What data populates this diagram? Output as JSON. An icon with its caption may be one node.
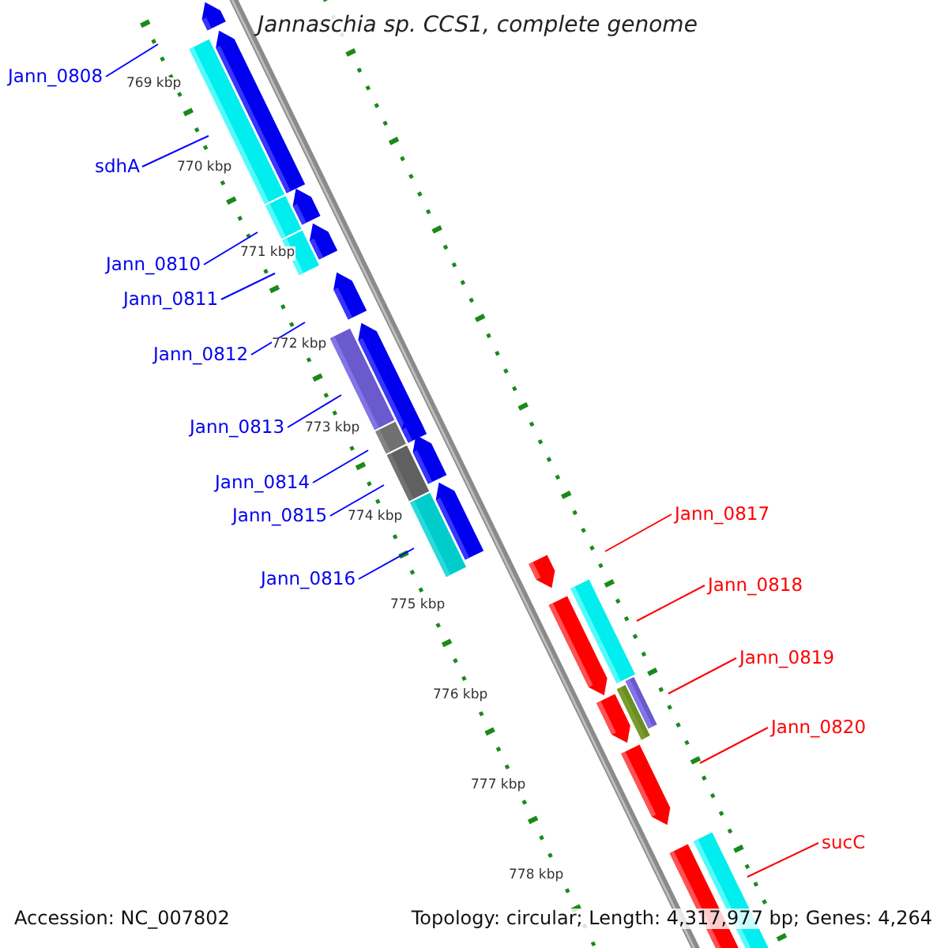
{
  "diagram": {
    "title": "Jannaschia sp. CCS1, complete genome",
    "nodes": [
      {
        "text": [
          "Jann_0808"
        ]
      },
      {
        "text": [
          "sdhA"
        ]
      },
      {
        "text": [
          "Jann_0810"
        ]
      },
      {
        "text": [
          "Jann_0811"
        ]
      },
      {
        "text": [
          "Jann_0812"
        ]
      },
      {
        "text": [
          "Jann_0813"
        ]
      },
      {
        "text": [
          "Jann_0814"
        ]
      },
      {
        "text": [
          "Jann_0815"
        ]
      },
      {
        "text": [
          "Jann_0816"
        ]
      },
      {
        "text": [
          "Jann_0817"
        ]
      },
      {
        "text": [
          "Jann_0818"
        ]
      },
      {
        "text": [
          "Jann_0819"
        ]
      },
      {
        "text": [
          "Jann_0820"
        ]
      },
      {
        "text": [
          "sucC"
        ]
      }
    ],
    "edges": [
      {
        "from": 0,
        "to": null,
        "arrow": "none"
      },
      {
        "from": 1,
        "to": null,
        "arrow": "none"
      },
      {
        "from": 2,
        "to": null,
        "arrow": "none"
      },
      {
        "from": 3,
        "to": null,
        "arrow": "none"
      },
      {
        "from": 4,
        "to": null,
        "arrow": "none"
      },
      {
        "from": 5,
        "to": null,
        "arrow": "none"
      },
      {
        "from": 6,
        "to": null,
        "arrow": "none"
      },
      {
        "from": 7,
        "to": null,
        "arrow": "none"
      },
      {
        "from": 8,
        "to": null,
        "arrow": "none"
      },
      {
        "from": 9,
        "to": null,
        "arrow": "none",
        "color": "#ff0000"
      },
      {
        "from": 10,
        "to": null,
        "arrow": "none",
        "color": "#ff0000"
      },
      {
        "from": 11,
        "to": null,
        "arrow": "none",
        "color": "#ff0000"
      },
      {
        "from": 12,
        "to": null,
        "arrow": "none",
        "color": "#ff0000"
      },
      {
        "from": 13,
        "to": null,
        "arrow": "none",
        "color": "#ff0000"
      }
    ],
    "labels": [
      "769 kbp",
      "770 kbp",
      "771 kbp",
      "772 kbp",
      "773 kbp",
      "774 kbp",
      "775 kbp",
      "776 kbp",
      "777 kbp",
      "778 kbp",
      "Accession: NC_007802",
      "Topology: circular; Length: 4,317,977 bp; Genes: 4,264"
    ]
  }
}
